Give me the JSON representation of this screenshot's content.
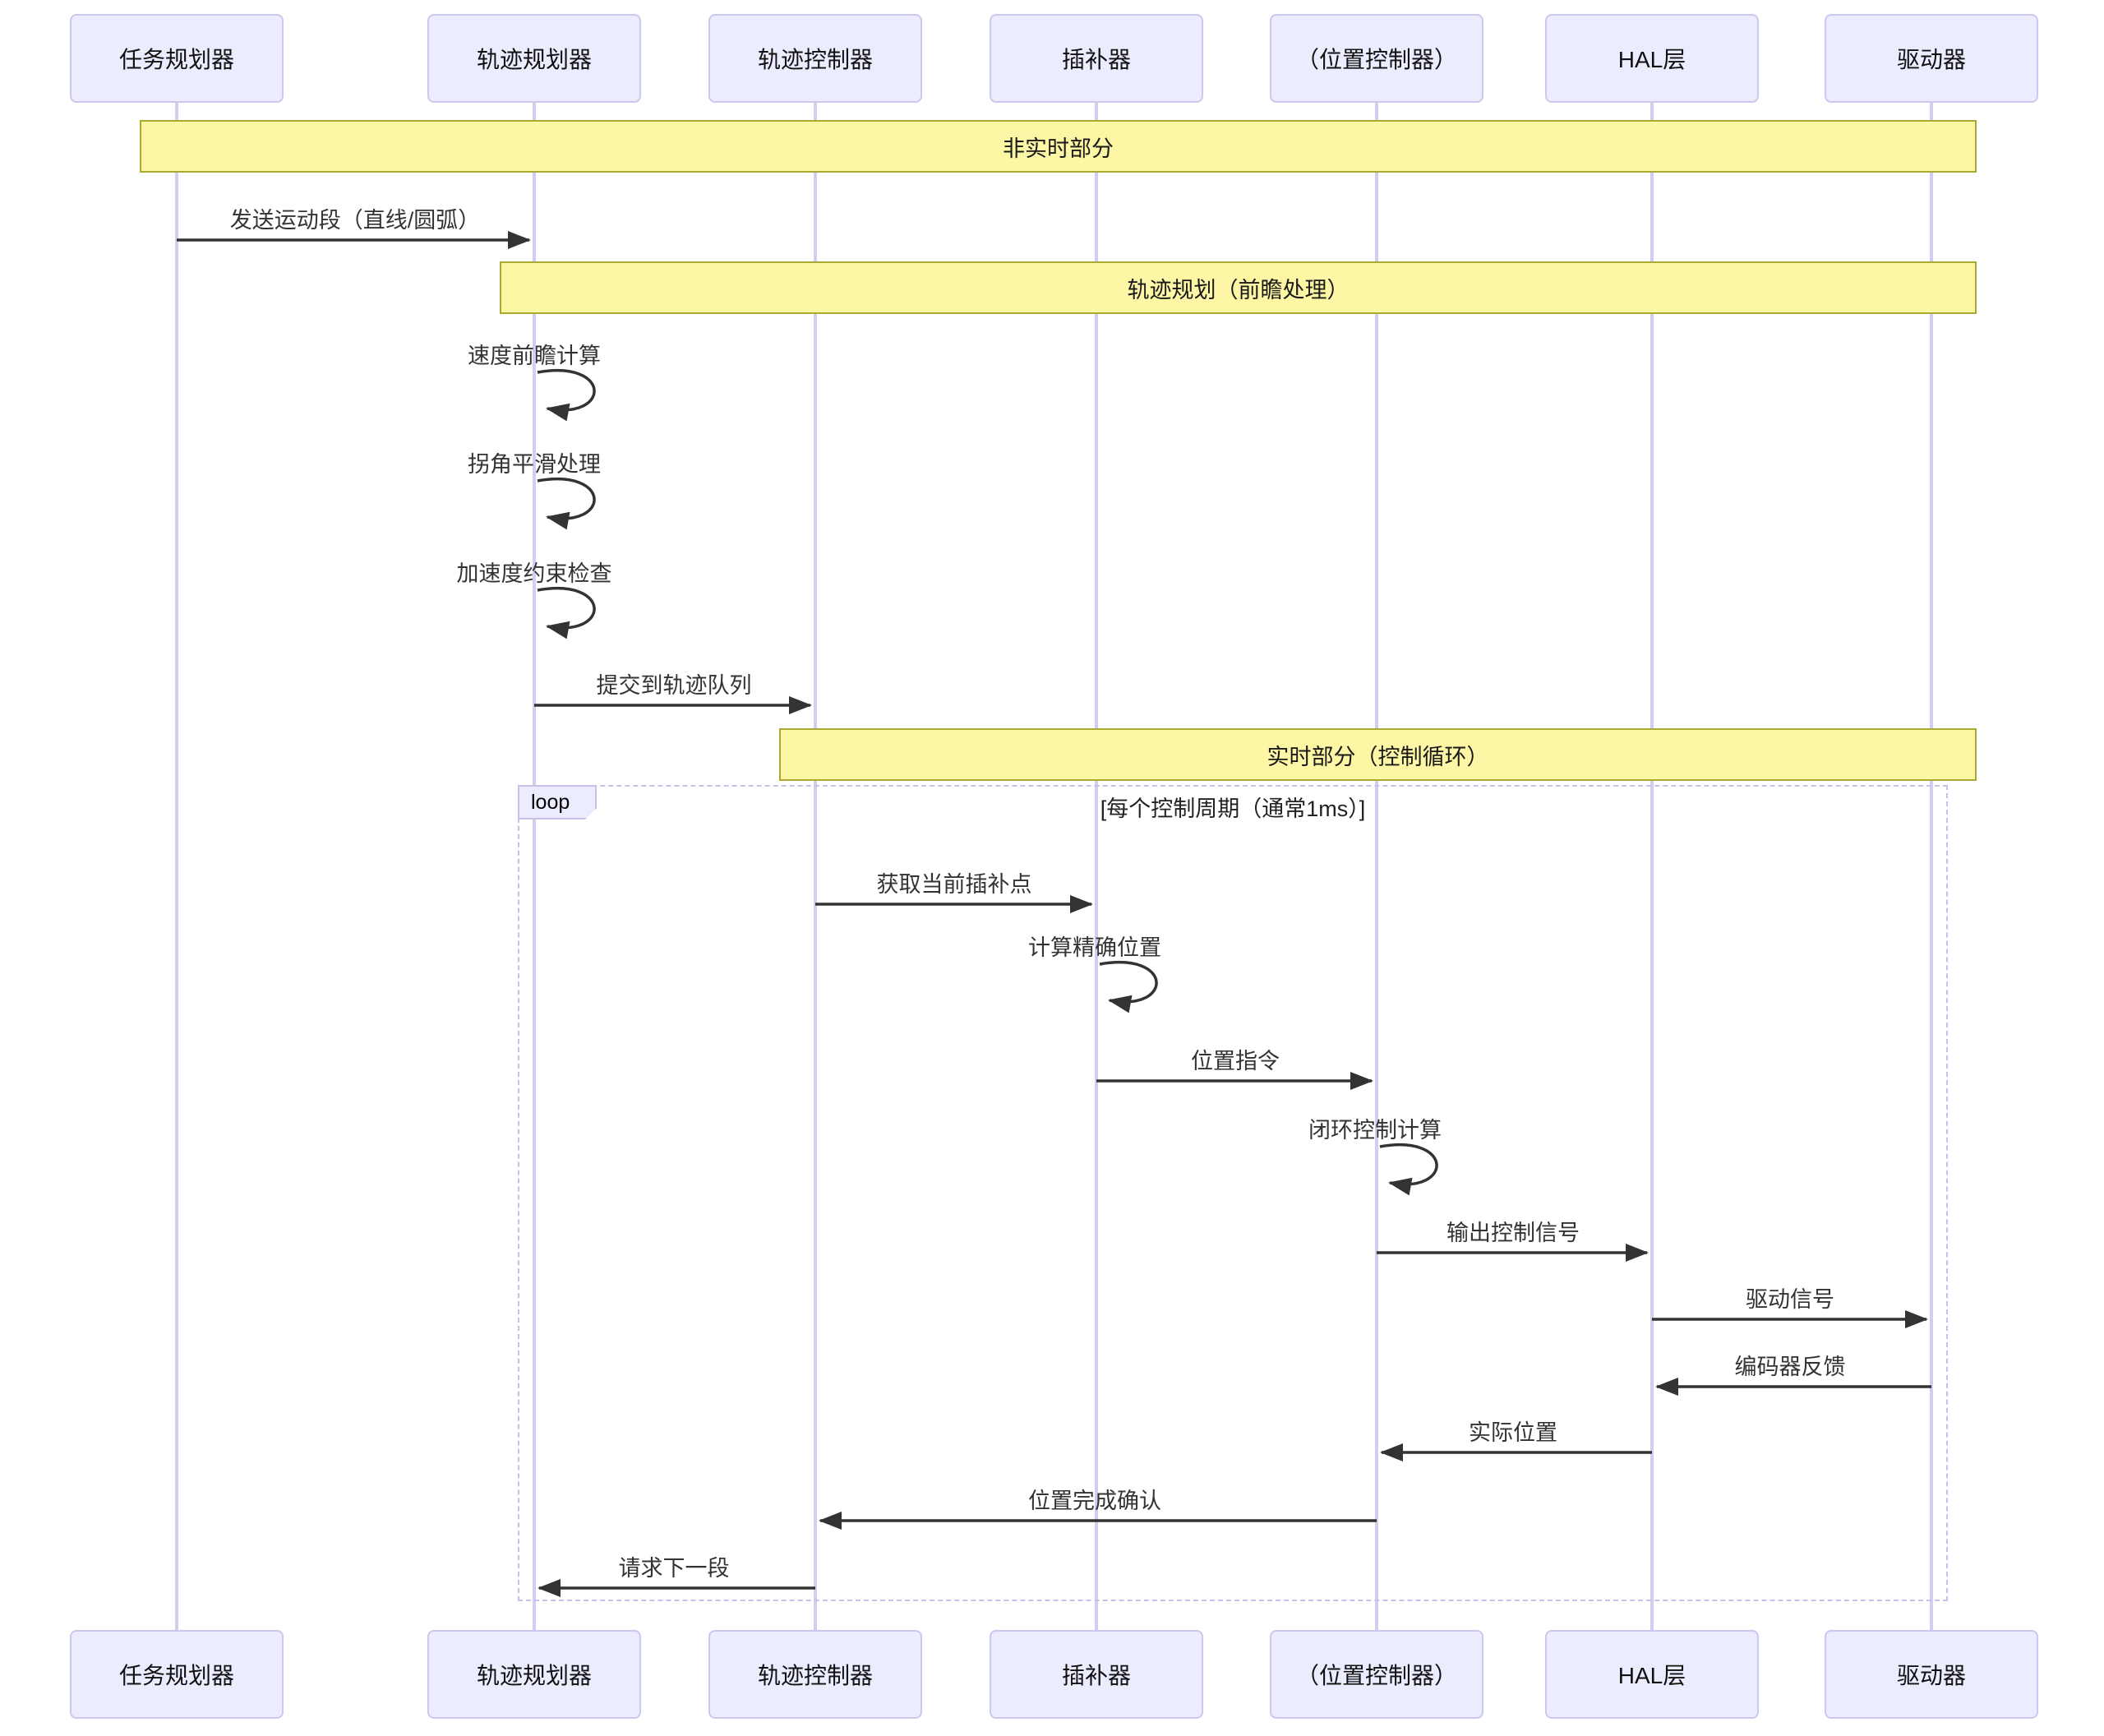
{
  "diagram": {
    "type": "sequence-diagram",
    "actors": [
      {
        "label": "任务规划器"
      },
      {
        "label": "轨迹规划器"
      },
      {
        "label": "轨迹控制器"
      },
      {
        "label": "插补器"
      },
      {
        "label": "（位置控制器）"
      },
      {
        "label": "HAL层"
      },
      {
        "label": "驱动器"
      }
    ],
    "notes": [
      {
        "label": "非实时部分",
        "over": "全部"
      },
      {
        "label": "轨迹规划（前瞻处理）",
        "over": "轨迹规划器..驱动器"
      },
      {
        "label": "实时部分（控制循环）",
        "over": "轨迹控制器..驱动器"
      }
    ],
    "loop": {
      "label": "loop",
      "guard": "[每个控制周期（通常1ms）]"
    },
    "messages": [
      {
        "label": "发送运动段（直线/圆弧）",
        "from": "任务规划器",
        "to": "轨迹规划器",
        "kind": "message"
      },
      {
        "label": "速度前瞻计算",
        "from": "轨迹规划器",
        "to": "轨迹规划器",
        "kind": "self"
      },
      {
        "label": "拐角平滑处理",
        "from": "轨迹规划器",
        "to": "轨迹规划器",
        "kind": "self"
      },
      {
        "label": "加速度约束检查",
        "from": "轨迹规划器",
        "to": "轨迹规划器",
        "kind": "self"
      },
      {
        "label": "提交到轨迹队列",
        "from": "轨迹规划器",
        "to": "轨迹控制器",
        "kind": "message"
      },
      {
        "label": "获取当前插补点",
        "from": "轨迹控制器",
        "to": "插补器",
        "kind": "message"
      },
      {
        "label": "计算精确位置",
        "from": "插补器",
        "to": "插补器",
        "kind": "self"
      },
      {
        "label": "位置指令",
        "from": "插补器",
        "to": "（位置控制器）",
        "kind": "message"
      },
      {
        "label": "闭环控制计算",
        "from": "（位置控制器）",
        "to": "（位置控制器）",
        "kind": "self"
      },
      {
        "label": "输出控制信号",
        "from": "（位置控制器）",
        "to": "HAL层",
        "kind": "message"
      },
      {
        "label": "驱动信号",
        "from": "HAL层",
        "to": "驱动器",
        "kind": "message"
      },
      {
        "label": "编码器反馈",
        "from": "驱动器",
        "to": "HAL层",
        "kind": "message"
      },
      {
        "label": "实际位置",
        "from": "HAL层",
        "to": "（位置控制器）",
        "kind": "message"
      },
      {
        "label": "位置完成确认",
        "from": "（位置控制器）",
        "to": "轨迹控制器",
        "kind": "message"
      },
      {
        "label": "请求下一段",
        "from": "轨迹控制器",
        "to": "轨迹规划器",
        "kind": "message"
      }
    ],
    "colors": {
      "actor_fill": "#ECECFF",
      "actor_border": "#CDC6EE",
      "note_fill": "#FCF6A5",
      "note_border": "#AAAA33",
      "lifeline": "#D5CCEE",
      "arrow": "#333333",
      "loop_border": "#C8C0E8"
    }
  }
}
